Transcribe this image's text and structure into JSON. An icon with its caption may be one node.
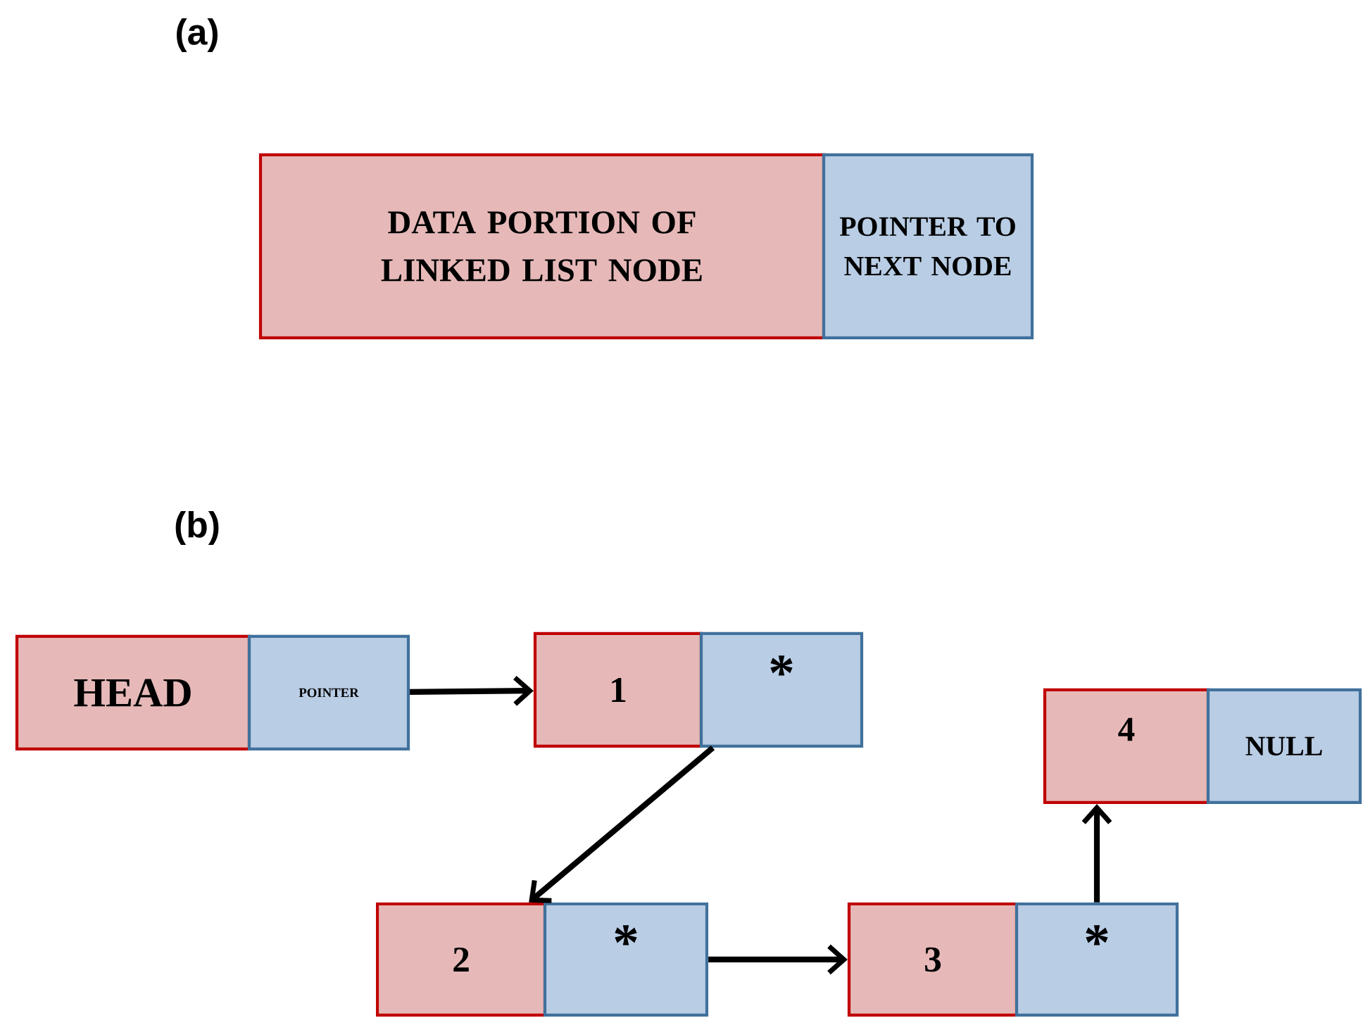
{
  "diagram": {
    "nodes": [
      {
        "text": [
          "DATA PORTION OF LINKED LIST NODE"
        ]
      },
      {
        "text": [
          "POINTER TO NEXT NODE"
        ]
      },
      {
        "text": [
          "HEAD"
        ]
      },
      {
        "text": [
          "POINTER"
        ]
      },
      {
        "text": [
          "1"
        ]
      },
      {
        "text": [
          "*"
        ]
      },
      {
        "text": [
          "4"
        ]
      },
      {
        "text": [
          "NULL"
        ]
      },
      {
        "text": [
          "2"
        ]
      },
      {
        "text": [
          "*"
        ]
      },
      {
        "text": [
          "3"
        ]
      },
      {
        "text": [
          "*"
        ]
      }
    ],
    "edges": [
      {
        "from": 3,
        "to": 4,
        "arrow": "to"
      },
      {
        "from": 5,
        "to": 8,
        "arrow": "to"
      },
      {
        "from": 9,
        "to": 10,
        "arrow": "to"
      },
      {
        "from": 11,
        "to": 6,
        "arrow": "to"
      }
    ],
    "labels": [
      "(a)",
      "(b)"
    ]
  }
}
